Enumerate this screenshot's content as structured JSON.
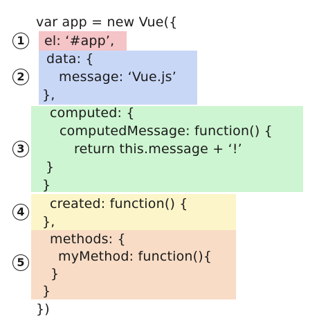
{
  "lines": {
    "l0": "var app = new Vue({",
    "l1": "el: ‘#app’,",
    "l2": "data: {",
    "l3": "message: ‘Vue.js’",
    "l4": "},",
    "l5": "computed: {",
    "l6": "computedMessage: function() {",
    "l7": "return this.message + ‘!’",
    "l8": "}",
    "l9": "}",
    "l10": "created: function() {",
    "l11": "},",
    "l12": "methods: {",
    "l13": "myMethod: function(){",
    "l14": "}",
    "l15": "}",
    "l16": "})"
  },
  "markers": {
    "m1": "1",
    "m2": "2",
    "m3": "3",
    "m4": "4",
    "m5": "5"
  },
  "colors": {
    "el": "#f4c4c7",
    "data": "#c9d7f7",
    "computed": "#cdf5d1",
    "created": "#fbf5c9",
    "methods": "#f8dcc6"
  }
}
